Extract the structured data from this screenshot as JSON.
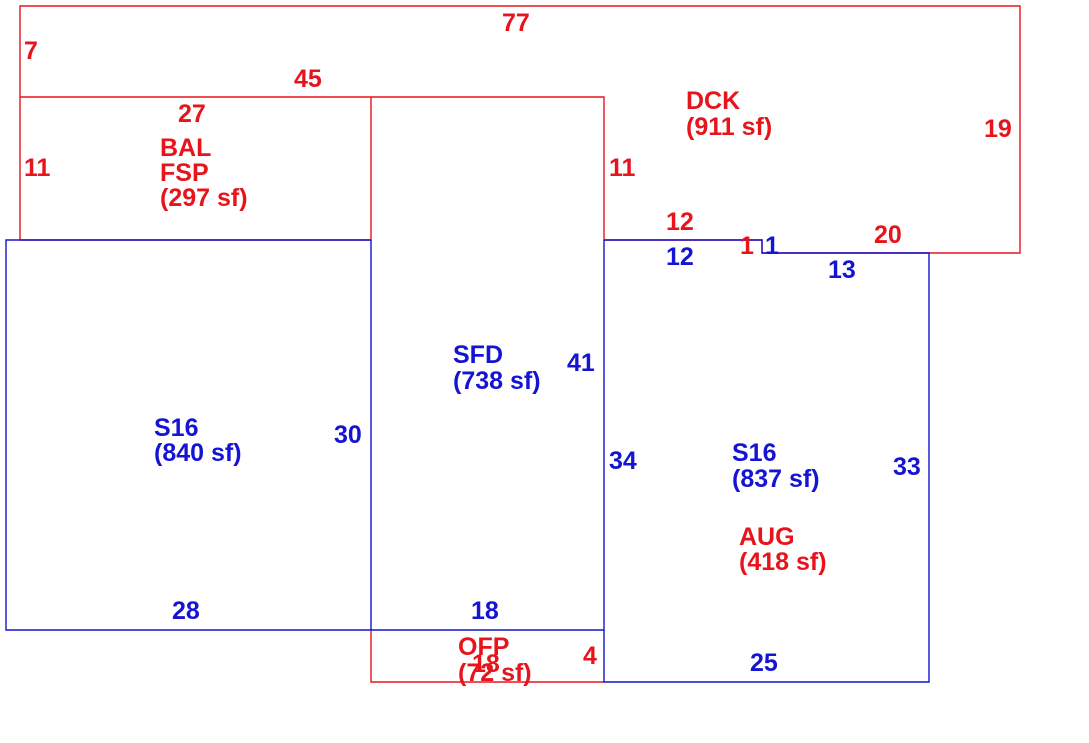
{
  "colors": {
    "red": "#e8141c",
    "blue": "#1414d2",
    "background": "#ffffff"
  },
  "areas": {
    "dck": {
      "code": "DCK",
      "area": "(911 sf)"
    },
    "bal": {
      "code1": "BAL",
      "code2": "FSP",
      "area": "(297 sf)"
    },
    "sfd": {
      "code": "SFD",
      "area": "(738 sf)"
    },
    "s16_left": {
      "code": "S16",
      "area": "(840 sf)"
    },
    "s16_right": {
      "code": "S16",
      "area": "(837 sf)"
    },
    "aug": {
      "code": "AUG",
      "area": "(418 sf)"
    },
    "ofp": {
      "code": "OFP",
      "area": "(72 sf)"
    }
  },
  "dimensions": {
    "red": {
      "d77": "77",
      "d7": "7",
      "d45": "45",
      "d27": "27",
      "d11_left": "11",
      "d11_mid": "11",
      "d19": "19",
      "d12": "12",
      "d1": "1",
      "d20": "20",
      "d4": "4",
      "d18_ofp": "18"
    },
    "blue": {
      "d12": "12",
      "d1": "1",
      "d13": "13",
      "d41": "41",
      "d30": "30",
      "d34": "34",
      "d33": "33",
      "d28": "28",
      "d18": "18",
      "d25": "25"
    }
  }
}
